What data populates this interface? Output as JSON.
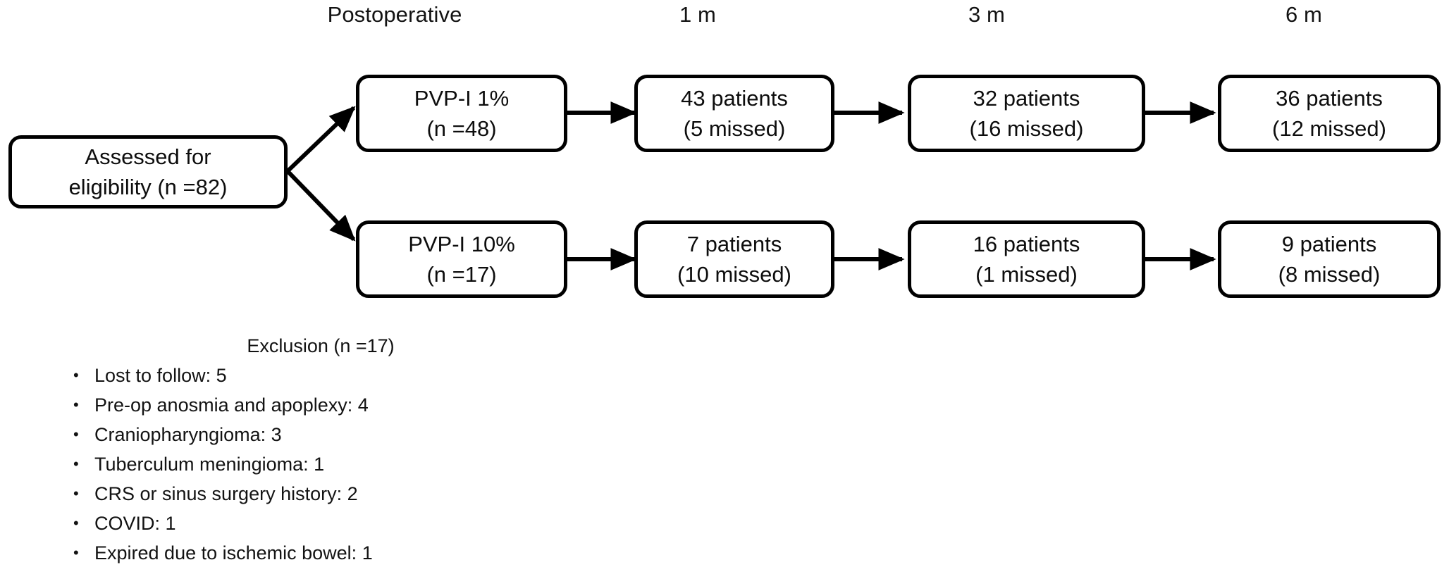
{
  "diagram": {
    "title": "CONSORT-style patient flow diagram",
    "stroke_color": "#000000",
    "text_color": "#0d0d0d",
    "background": "#ffffff"
  },
  "columns": [
    {
      "id": "postoperative",
      "label": "Postoperative"
    },
    {
      "id": "month-1",
      "label": "1 m"
    },
    {
      "id": "month-3",
      "label": "3 m"
    },
    {
      "id": "month-6",
      "label": "6 m"
    }
  ],
  "nodes": {
    "assessed": {
      "line1": "Assessed for",
      "line2": "eligibility (n =82)"
    },
    "arm1_postop": {
      "line1": "PVP-I 1%",
      "line2": "(n =48)"
    },
    "arm1_m1": {
      "line1": "43 patients",
      "line2": "(5 missed)"
    },
    "arm1_m3": {
      "line1": "32 patients",
      "line2": "(16 missed)"
    },
    "arm1_m6": {
      "line1": "36 patients",
      "line2": "(12 missed)"
    },
    "arm2_postop": {
      "line1": "PVP-I 10%",
      "line2": "(n =17)"
    },
    "arm2_m1": {
      "line1": "7 patients",
      "line2": "(10 missed)"
    },
    "arm2_m3": {
      "line1": "16 patients",
      "line2": "(1 missed)"
    },
    "arm2_m6": {
      "line1": "9 patients",
      "line2": "(8 missed)"
    }
  },
  "exclusion": {
    "title": "Exclusion (n =17)",
    "bullet_glyph": "•",
    "items": [
      "Lost to follow: 5",
      "Pre-op anosmia and apoplexy: 4",
      "Craniopharyngioma: 3",
      "Tuberculum meningioma: 1",
      "CRS or sinus surgery history: 2",
      "COVID: 1",
      "Expired due to ischemic bowel: 1"
    ]
  },
  "chart_data": {
    "type": "diagram",
    "title": "Patient flow: PVP-I 1% vs PVP-I 10%",
    "assessed_for_eligibility": 82,
    "excluded_total": 17,
    "exclusion_reasons": [
      {
        "reason": "Lost to follow",
        "count": 5
      },
      {
        "reason": "Pre-op anosmia and apoplexy",
        "count": 4
      },
      {
        "reason": "Craniopharyngioma",
        "count": 3
      },
      {
        "reason": "Tuberculum meningioma",
        "count": 1
      },
      {
        "reason": "CRS or sinus surgery history",
        "count": 2
      },
      {
        "reason": "COVID",
        "count": 1
      },
      {
        "reason": "Expired due to ischemic bowel",
        "count": 1
      }
    ],
    "timepoints": [
      "Postoperative",
      "1 m",
      "3 m",
      "6 m"
    ],
    "arms": [
      {
        "name": "PVP-I 1%",
        "enrolled": 48,
        "patients": [
          48,
          43,
          32,
          36
        ],
        "missed": [
          null,
          5,
          16,
          12
        ]
      },
      {
        "name": "PVP-I 10%",
        "enrolled": 17,
        "patients": [
          17,
          7,
          16,
          9
        ],
        "missed": [
          null,
          10,
          1,
          8
        ]
      }
    ]
  }
}
